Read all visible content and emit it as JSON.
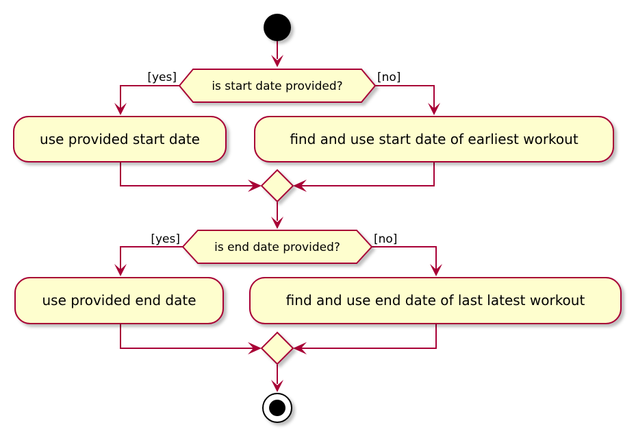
{
  "diagram": {
    "colors": {
      "line": "#A80036",
      "fill": "#FEFECE",
      "node": "#000000",
      "background": "#FFFFFF"
    },
    "start_node": "start",
    "end_node": "stop",
    "decision_1": {
      "condition": "is start date provided?",
      "yes_label": "[yes]",
      "no_label": "[no]"
    },
    "action_use_start": "use provided start date",
    "action_find_start": "find and use start date of earliest workout",
    "decision_2": {
      "condition": "is end date provided?",
      "yes_label": "[yes]",
      "no_label": "[no]"
    },
    "action_use_end": "use provided end date",
    "action_find_end": "find and use end date of last latest workout"
  }
}
